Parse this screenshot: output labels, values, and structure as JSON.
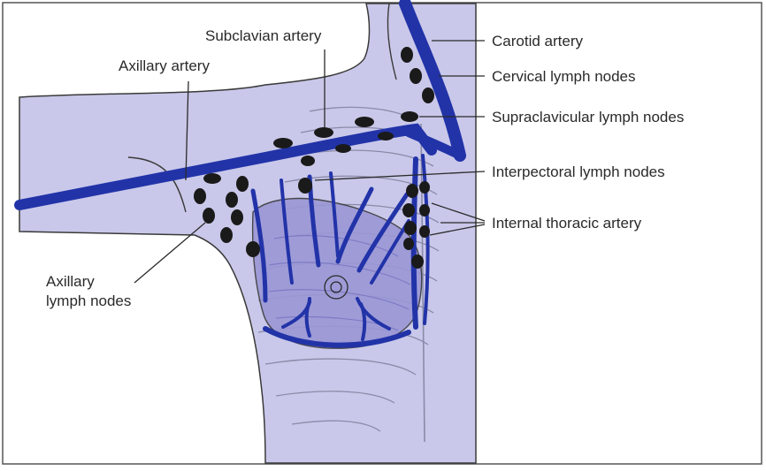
{
  "labels": {
    "subclavian_artery": "Subclavian artery",
    "axillary_artery": "Axillary artery",
    "carotid_artery": "Carotid artery",
    "cervical_lymph_nodes": "Cervical lymph nodes",
    "supraclavicular_lymph_nodes": "Supraclavicular lymph nodes",
    "interpectoral_lymph_nodes": "Interpectoral lymph nodes",
    "internal_thoracic_artery": "Internal thoracic artery",
    "axillary_lymph_nodes_line1": "Axillary",
    "axillary_lymph_nodes_line2": "lymph nodes"
  },
  "colors": {
    "body_fill": "#c9c8ea",
    "breast_fill": "#9a97d6",
    "vessel": "#2233a8",
    "node": "#1a1a1a",
    "outline": "#3a3a3a",
    "rib": "#8a8aa8",
    "frame_border": "#555555"
  }
}
